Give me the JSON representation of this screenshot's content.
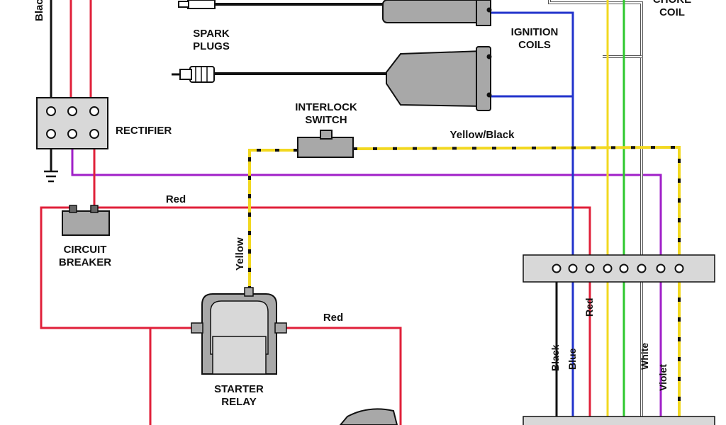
{
  "components": {
    "spark_plugs_line1": "SPARK",
    "spark_plugs_line2": "PLUGS",
    "ignition_coils_line1": "IGNITION",
    "ignition_coils_line2": "COILS",
    "choke_coil_line1": "CHOKE",
    "choke_coil_line2": "COIL",
    "rectifier": "RECTIFIER",
    "interlock_switch_line1": "INTERLOCK",
    "interlock_switch_line2": "SWITCH",
    "circuit_breaker_line1": "CIRCUIT",
    "circuit_breaker_line2": "BREAKER",
    "starter_relay_line1": "STARTER",
    "starter_relay_line2": "RELAY"
  },
  "wire_labels": {
    "black_top": "Black",
    "yellow_black": "Yellow/Black",
    "red_top": "Red",
    "yellow": "Yellow",
    "red_relay": "Red",
    "black": "Black",
    "blue": "Blue",
    "red": "Red",
    "white": "White",
    "violet": "Violet"
  },
  "colors": {
    "red": "#e0203a",
    "black": "#111111",
    "blue": "#2233cc",
    "yellow": "#f2d820",
    "green": "#2ec82e",
    "violet": "#a020c8",
    "white_wire": "#ffffff",
    "component_gray": "#a8a8a8",
    "terminal_strip": "#d8d8d8"
  }
}
